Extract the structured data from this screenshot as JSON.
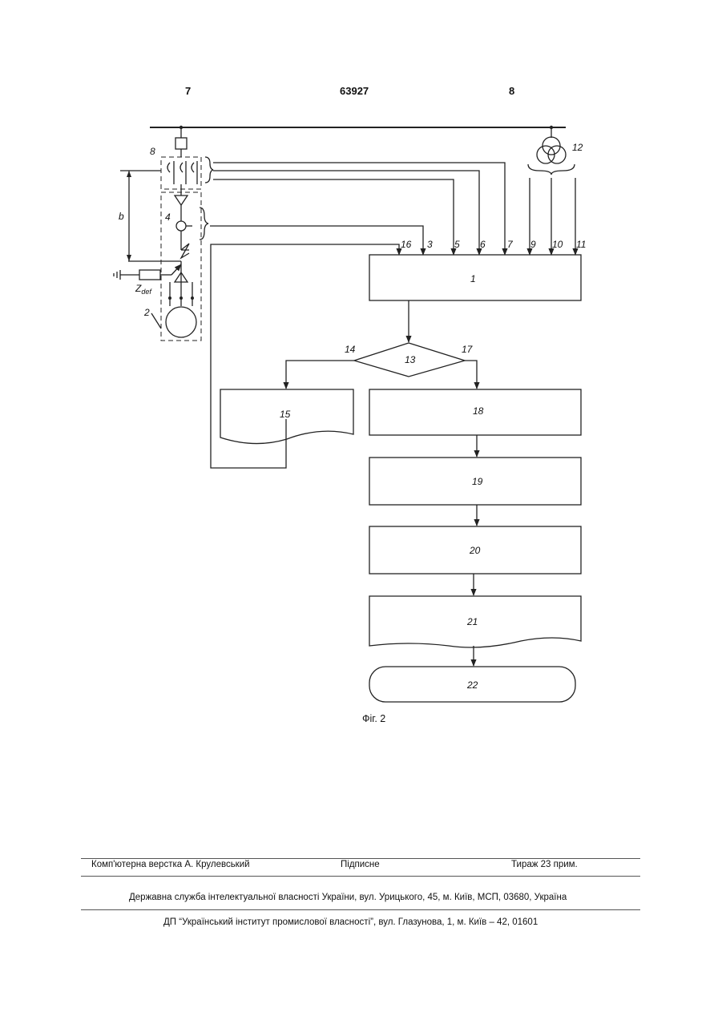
{
  "header": {
    "left_page": "7",
    "patent_number": "63927",
    "right_page": "8"
  },
  "figure": {
    "caption": "Фіг. 2",
    "blocks": {
      "b1": "1",
      "b13": "13",
      "b15": "15",
      "b18": "18",
      "b19": "19",
      "b20": "20",
      "b21": "21",
      "b22": "22"
    },
    "input_labels": [
      "16",
      "3",
      "5",
      "6",
      "7",
      "9",
      "10",
      "11"
    ],
    "branch_left": "14",
    "branch_right": "17",
    "circuit_labels": {
      "ct": "8",
      "meter": "4",
      "motor": "2",
      "transformer": "12",
      "dimension": "b",
      "impedance": "Z",
      "impedance_sub": "def"
    }
  },
  "footer": {
    "typesetting": "Комп'ютерна верстка А. Крулевський",
    "signed": "Підписне",
    "circulation": "Тираж 23 прим.",
    "agency": "Державна служба інтелектуальної власності України, вул. Урицького, 45, м. Київ, МСП, 03680, Україна",
    "institute": "ДП “Український інститут промислової власності”, вул. Глазунова, 1, м. Київ – 42, 01601"
  }
}
